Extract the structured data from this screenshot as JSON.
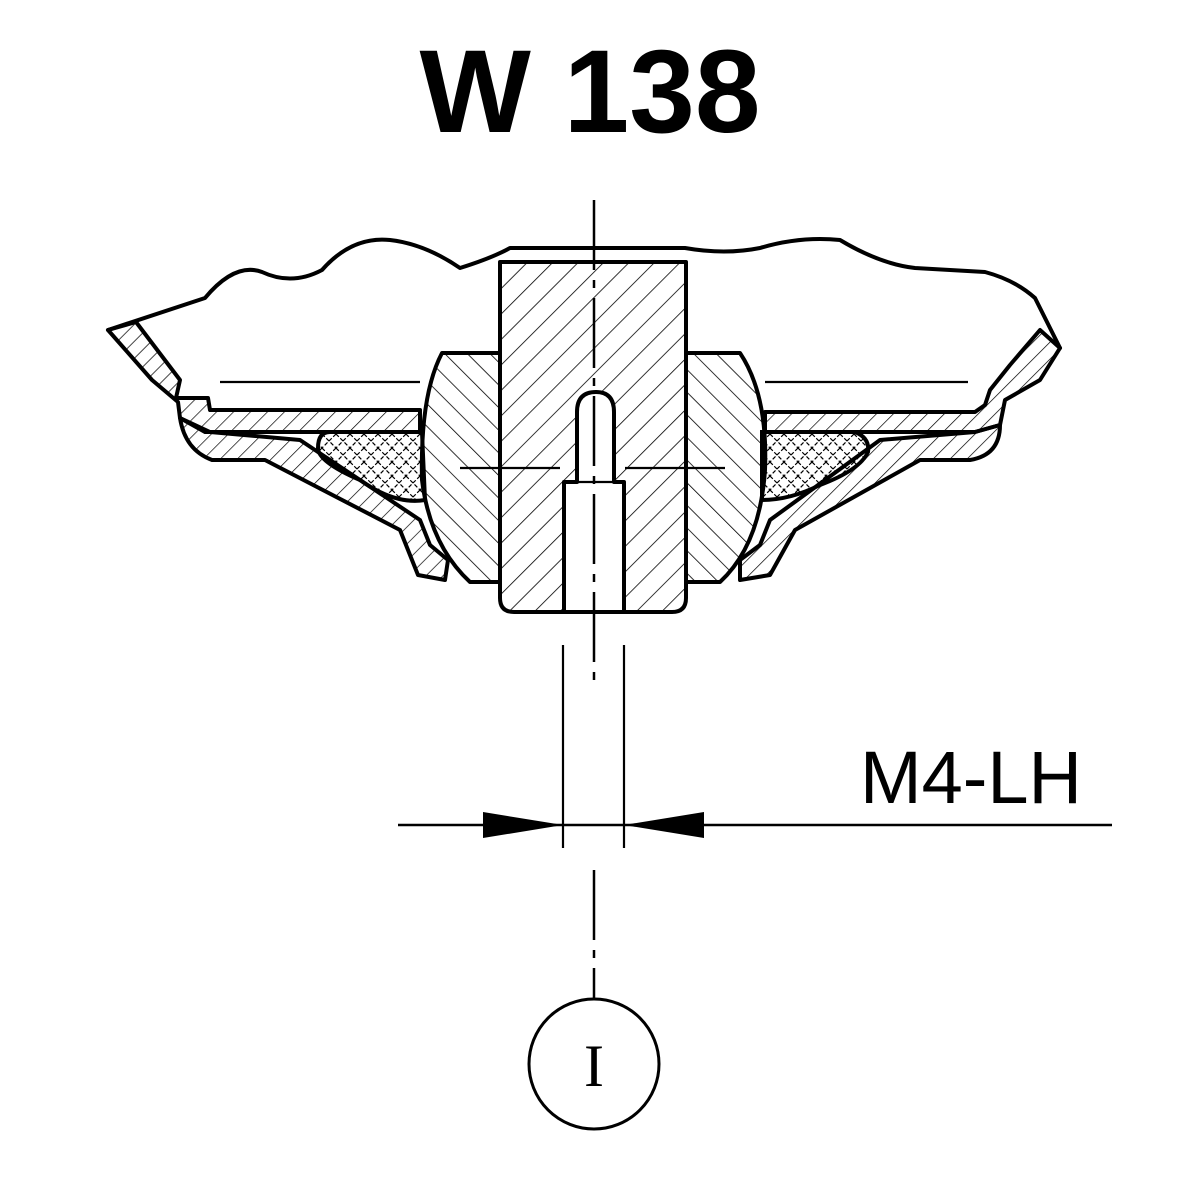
{
  "title": "W 138",
  "thread_label": "M4-LH",
  "detail_callout": "I",
  "colors": {
    "ink": "#000000",
    "background": "#ffffff"
  }
}
